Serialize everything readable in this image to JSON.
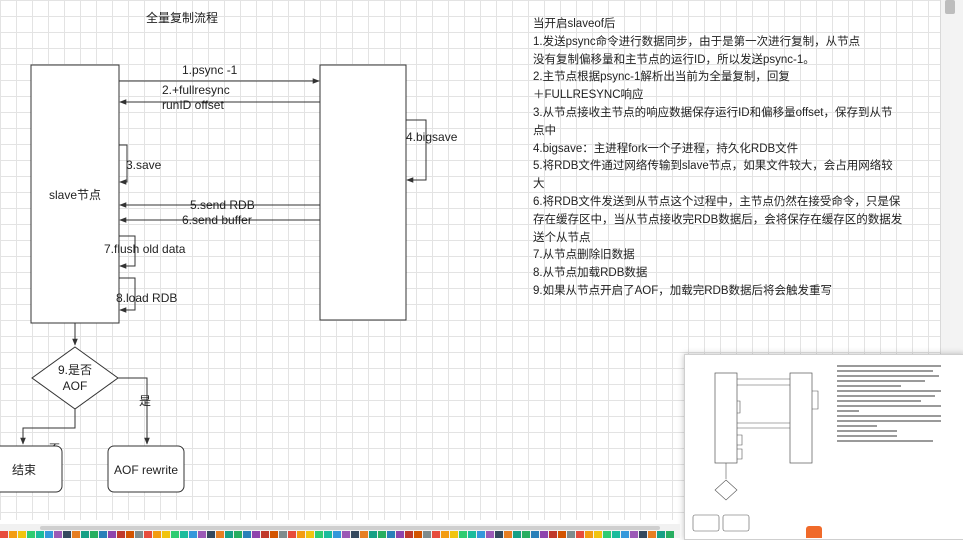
{
  "diagram": {
    "title": "全量复制流程",
    "nodes": {
      "slave": "slave节点",
      "decision_line1": "9.是否",
      "decision_line2": "AOF",
      "end": "结束",
      "aof_rewrite": "AOF rewrite"
    },
    "edges": {
      "psync": "1.psync -1",
      "fullresync_line1": "2.+fullresync",
      "fullresync_line2": "runID offset",
      "bigsave": "4.bigsave",
      "save": "3.save",
      "send_rdb": "5.send RDB",
      "send_buffer": "6.send buffer",
      "flush": "7.flush old data",
      "load": "8.load RDB",
      "yes": "是",
      "no": "否"
    }
  },
  "notes": [
    "当开启slaveof后",
    "1.发送psync命令进行数据同步，由于是第一次进行复制，从节点",
    "没有复制偏移量和主节点的运行ID，所以发送psync-1。",
    "2.主节点根据psync-1解析出当前为全量复制，回复",
    "＋FULLRESYNC响应",
    "3.从节点接收主节点的响应数据保存运行ID和偏移量offset，保存到从节",
    "点中",
    "4.bigsave：主进程fork一个子进程，持久化RDB文件",
    "5.将RDB文件通过网络传输到slave节点，如果文件较大，会占用网络较",
    "大",
    "6.将RDB文件发送到从节点这个过程中，主节点仍然在接受命令，只是保",
    "存在缓存区中，当从节点接收完RDB数据后，会将保存在缓存区的数据发",
    "送个从节点",
    "7.从节点删除旧数据",
    "8.从节点加载RDB数据",
    "9.如果从节点开启了AOF，加载完RDB数据后将会触发重写"
  ],
  "colors": {
    "line": "#333333",
    "grid": "#e3e3e3",
    "brand": "#f06a2a"
  }
}
